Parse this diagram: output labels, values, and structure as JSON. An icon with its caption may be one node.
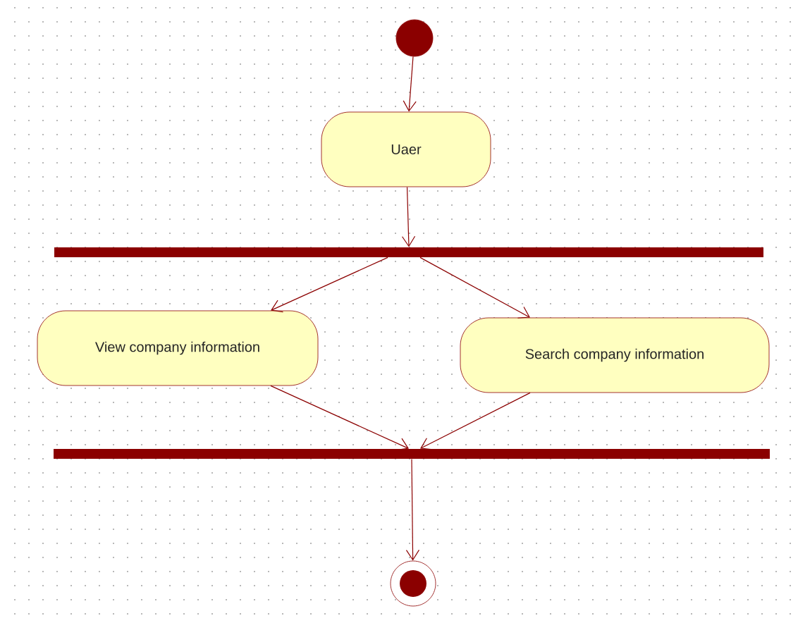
{
  "diagram": {
    "nodes": [
      {
        "text": [],
        "shape": "circle"
      },
      {
        "text": [
          "Uaer"
        ]
      },
      {
        "text": [],
        "shape": "bar"
      },
      {
        "text": [
          "View company information"
        ]
      },
      {
        "text": [
          "Search company information"
        ]
      },
      {
        "text": [],
        "shape": "bar"
      },
      {
        "text": [],
        "shape": "bullseye"
      }
    ],
    "edges": [
      {
        "from": 0,
        "to": 1,
        "arrow": "to"
      },
      {
        "from": 1,
        "to": 2,
        "arrow": "to"
      },
      {
        "from": 2,
        "to": 3,
        "arrow": "to"
      },
      {
        "from": 2,
        "to": 4,
        "arrow": "to"
      },
      {
        "from": 3,
        "to": 5,
        "arrow": "to"
      },
      {
        "from": 4,
        "to": 5,
        "arrow": "to"
      },
      {
        "from": 5,
        "to": 6,
        "arrow": "to"
      }
    ]
  }
}
